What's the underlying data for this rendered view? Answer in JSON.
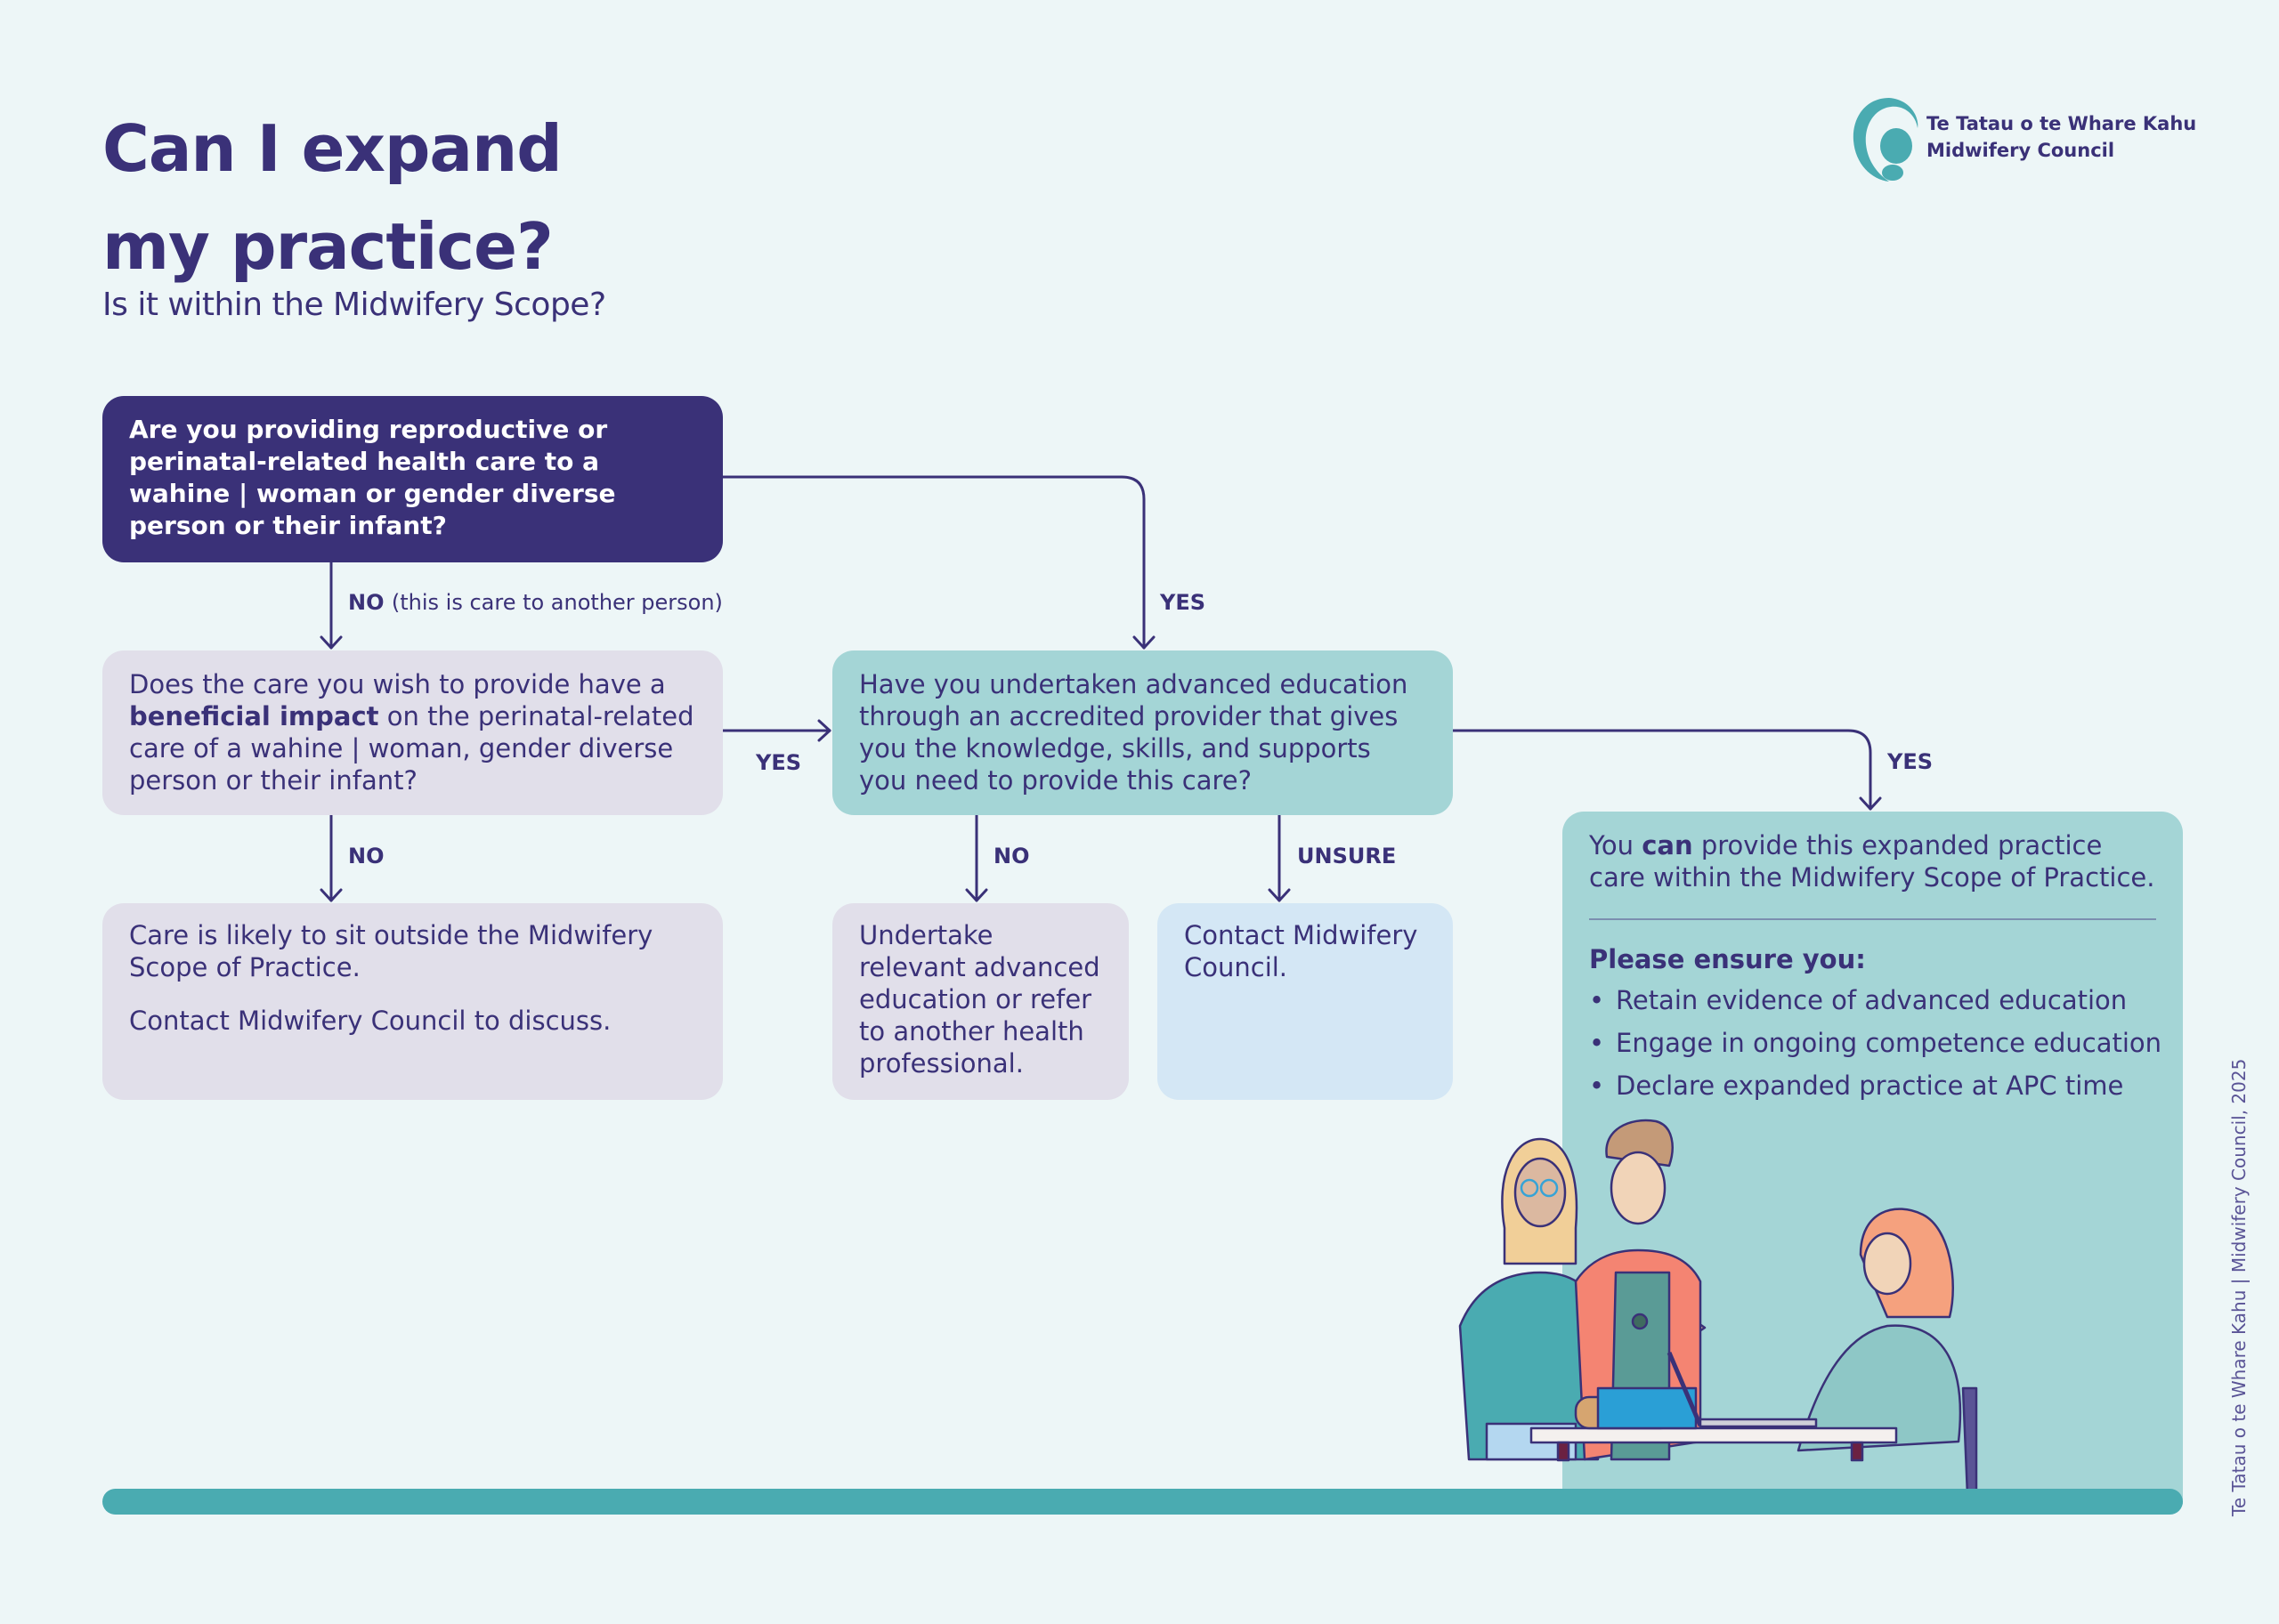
{
  "header": {
    "title_lines": [
      "Can I expand",
      "my practice?"
    ],
    "subtitle": "Is it within the Midwifery Scope?"
  },
  "logo": {
    "icon": "koru-spiral-logo-icon",
    "line1": "Te Tatau o te Whare Kahu",
    "line2": "Midwifery Council"
  },
  "flowchart": {
    "q1": {
      "text": "Are you providing reproductive or perinatal-related health care to a wahine | woman or gender diverse person or their infant?"
    },
    "q1_no_label": "NO",
    "q1_no_note": "(this is care to another person)",
    "q1_yes_label": "YES",
    "q2": {
      "before": "Does the care you wish to provide have a ",
      "bold": "beneficial impact",
      "after": " on the perinatal-related care of a wahine | woman, gender diverse person or their infant?"
    },
    "q2_yes_label": "YES",
    "q2_no_label": "NO",
    "q3": {
      "text": "Have you undertaken advanced education through an accredited provider that gives you the knowledge, skills, and supports you need to provide this care?"
    },
    "q3_yes_label": "YES",
    "q3_no_label": "NO",
    "q3_unsure_label": "UNSURE",
    "outside_scope": {
      "line1": "Care is likely to sit outside the Midwifery Scope of Practice.",
      "line2": "Contact Midwifery Council to discuss."
    },
    "undertake_education": {
      "text": "Undertake relevant advanced education or refer to another health professional."
    },
    "contact_council": {
      "text": "Contact Midwifery Council."
    },
    "result": {
      "before": "You ",
      "bold": "can",
      "after": " provide this expanded practice care within the Midwifery Scope of Practice.",
      "ensure_heading": "Please ensure you:",
      "items": [
        "Retain evidence of advanced education",
        "Engage in ongoing competence education",
        "Declare expanded practice at APC time"
      ]
    }
  },
  "illustration": {
    "description": "three-midwives-at-desk-illustration"
  },
  "footer": {
    "credit": "Te Tatau o te Whare Kahu | Midwifery Council, 2025"
  },
  "colors": {
    "primary": "#3a3178",
    "teal": "#4aabb1",
    "teal_light": "#a4d5d6",
    "lavender": "#e1dfea",
    "light_blue": "#d4e7f5",
    "background": "#edf6f7"
  }
}
